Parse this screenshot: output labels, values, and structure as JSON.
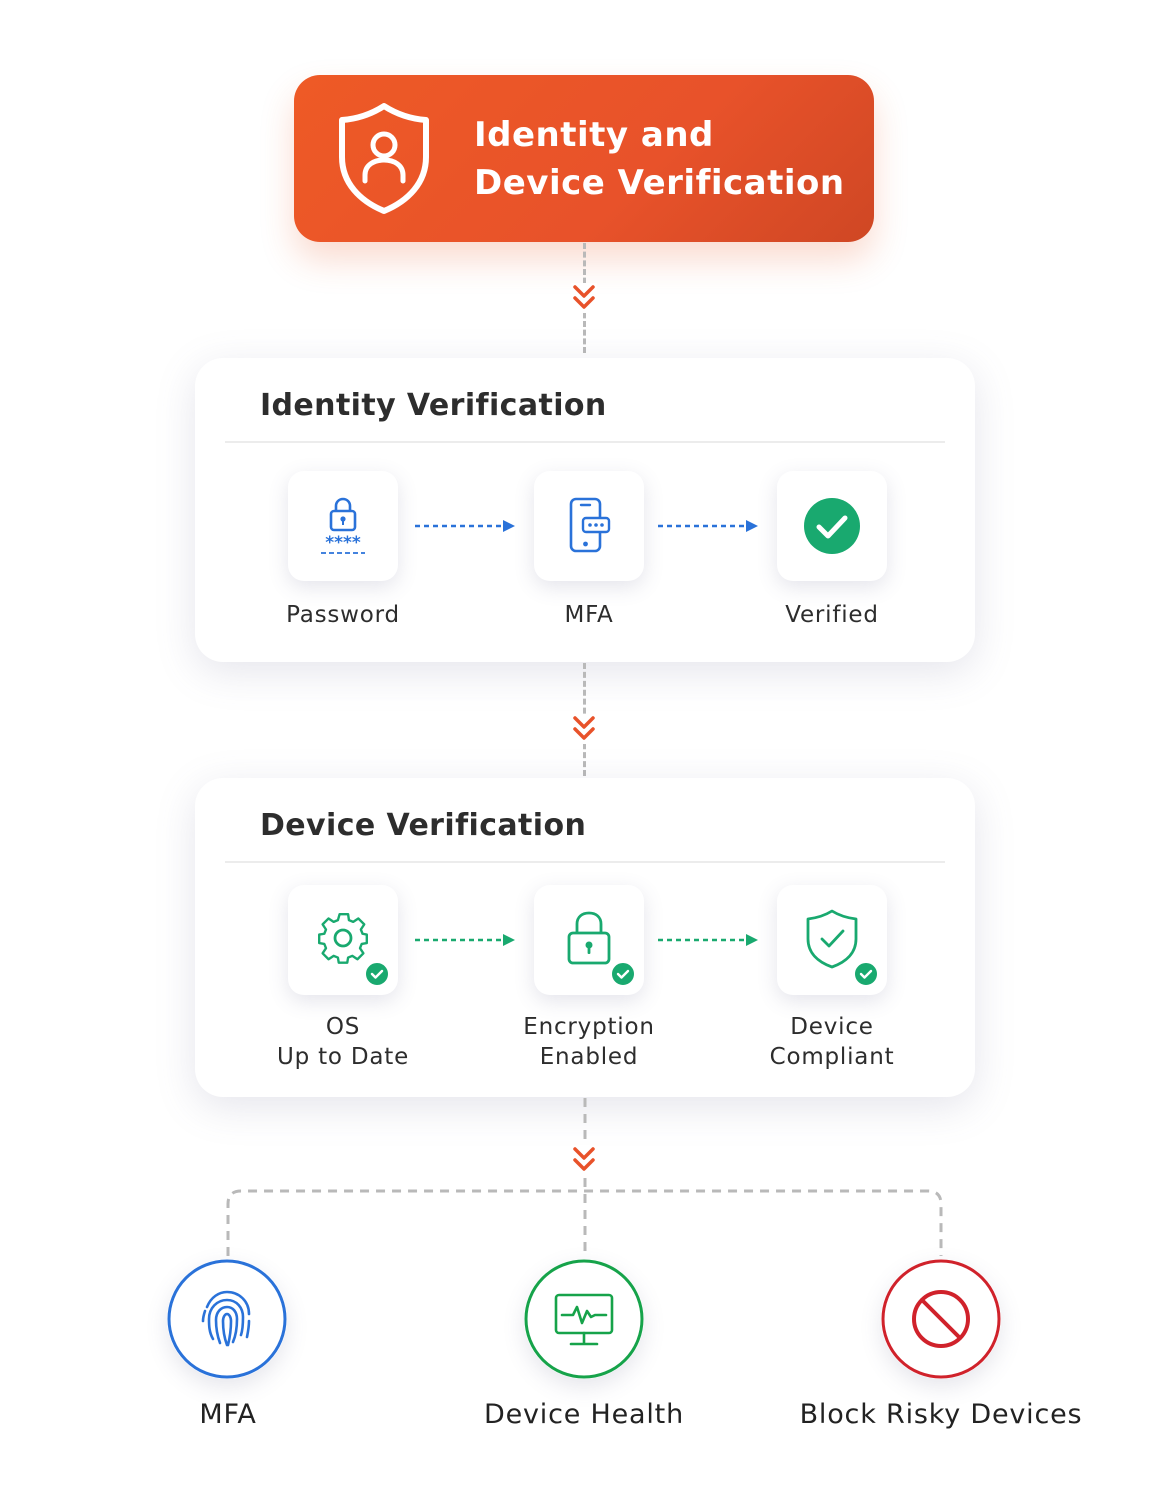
{
  "header": {
    "line1": "Identity and",
    "line2": "Device Verification",
    "icon": "shield-user-icon"
  },
  "identity": {
    "title": "Identity Verification",
    "steps": [
      {
        "label": "Password",
        "icon": "password-lock-icon"
      },
      {
        "label": "MFA",
        "icon": "phone-otp-icon"
      },
      {
        "label": "Verified",
        "icon": "check-circle-icon"
      }
    ]
  },
  "device": {
    "title": "Device Verification",
    "steps": [
      {
        "line1": "OS",
        "line2": "Up to Date",
        "icon": "gear-icon"
      },
      {
        "line1": "Encryption",
        "line2": "Enabled",
        "icon": "lock-icon"
      },
      {
        "line1": "Device",
        "line2": "Compliant",
        "icon": "shield-check-icon"
      }
    ]
  },
  "outcomes": [
    {
      "label": "MFA",
      "icon": "fingerprint-icon"
    },
    {
      "label": "Device Health",
      "icon": "monitor-heartbeat-icon"
    },
    {
      "label": "Block Risky Devices",
      "icon": "block-icon"
    }
  ],
  "colors": {
    "accent": "#e8522a",
    "identity_blue": "#2a72d9",
    "device_green": "#19a96f",
    "mfa_blue": "#2a72d9",
    "health_green": "#16a34a",
    "block_red": "#d0222b",
    "connector_gray": "#b9b9b9"
  }
}
